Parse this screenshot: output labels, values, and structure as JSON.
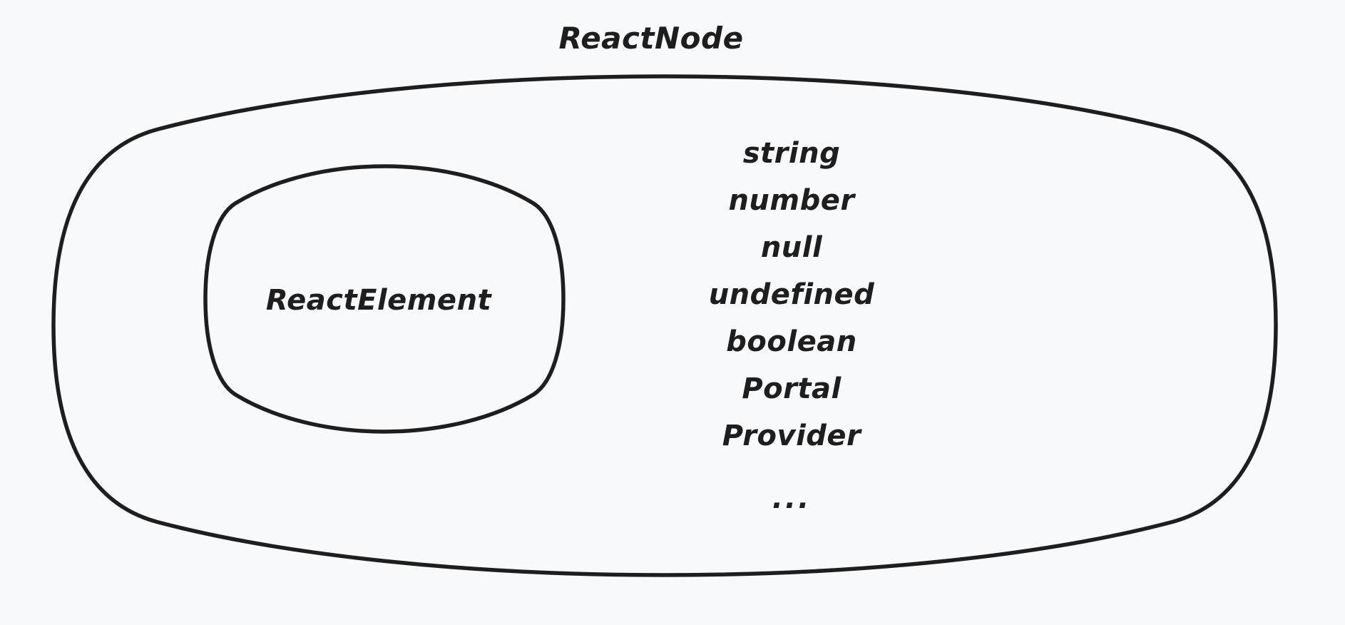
{
  "diagram": {
    "title": "ReactNode",
    "background_color": "#f8f9fb",
    "stroke_color": "#1e1e1e",
    "text_color": "#1e1e1e",
    "style": "hand-drawn",
    "outer_set": {
      "label": "ReactNode",
      "shape": "ellipse"
    },
    "inner_set": {
      "label": "ReactElement",
      "shape": "ellipse"
    },
    "members": [
      {
        "label": "string"
      },
      {
        "label": "number"
      },
      {
        "label": "null"
      },
      {
        "label": "undefined"
      },
      {
        "label": "boolean"
      },
      {
        "label": "Portal"
      },
      {
        "label": "Provider"
      },
      {
        "label": "..."
      }
    ]
  }
}
